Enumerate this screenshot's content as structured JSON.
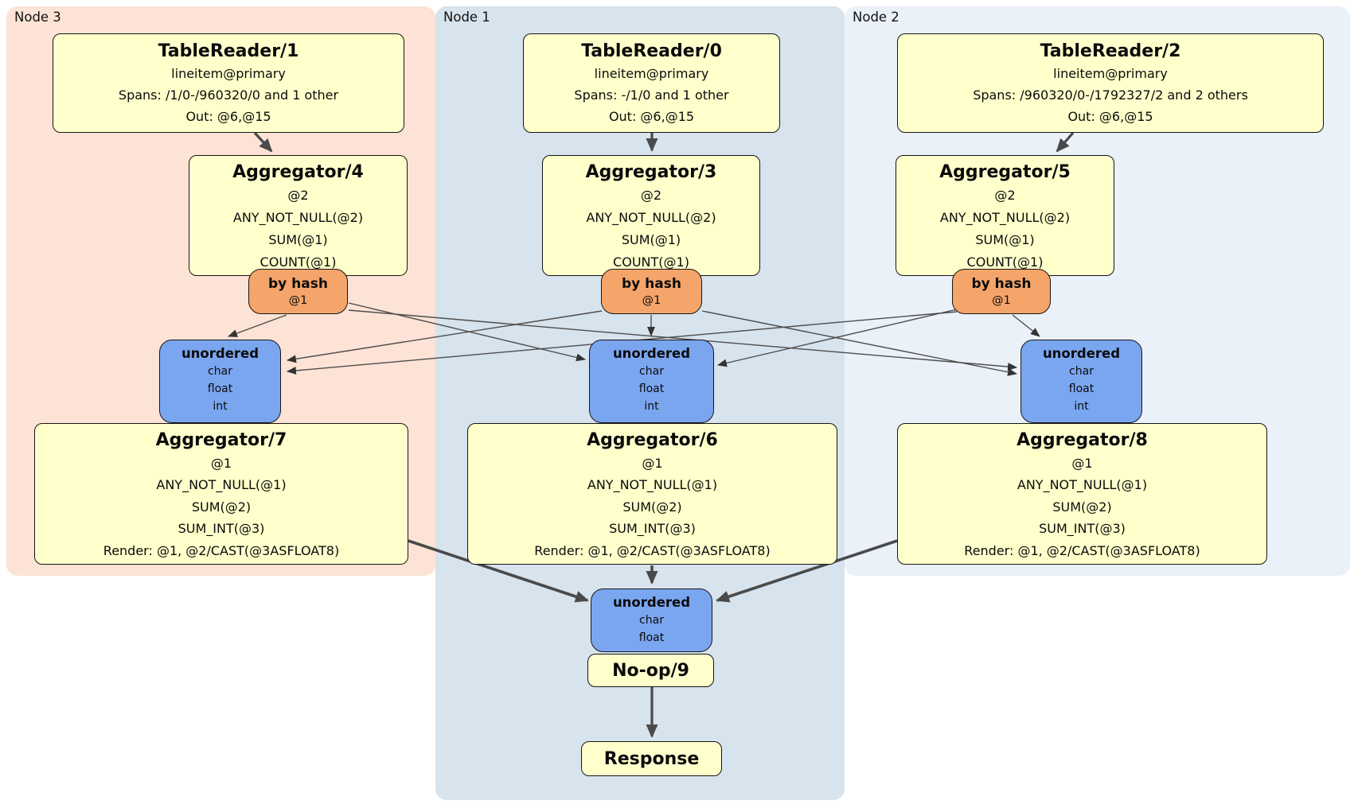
{
  "diagram": {
    "kind": "distributed-sql-plan",
    "colors": {
      "node3_bg": "#FCE3D5",
      "node1_bg": "#D7E3ED",
      "node2_bg": "#EBF1F9",
      "processor_fill": "#FFFFCC",
      "router_fill": "#F5A569",
      "sync_fill": "#7AA6F0",
      "box_border": "#161616",
      "edge": "#4A4A4A"
    }
  },
  "nodes": [
    {
      "label": "Node 3",
      "table_reader": {
        "title": "TableReader/1",
        "index": "lineitem@primary",
        "spans": "Spans: /1/0-/960320/0 and 1 other",
        "out": "Out: @6,@15"
      },
      "aggregator_top": {
        "title": "Aggregator/4",
        "group_by": "@2",
        "exprs": [
          "ANY_NOT_NULL(@2)",
          "SUM(@1)",
          "COUNT(@1)"
        ]
      },
      "router": {
        "title": "by hash",
        "key": "@1"
      },
      "sync": {
        "title": "unordered",
        "streams": [
          "char",
          "float",
          "int"
        ]
      },
      "aggregator_bottom": {
        "title": "Aggregator/7",
        "group_by": "@1",
        "exprs": [
          "ANY_NOT_NULL(@1)",
          "SUM(@2)",
          "SUM_INT(@3)"
        ],
        "render": "Render: @1, @2/CAST(@3ASFLOAT8)"
      }
    },
    {
      "label": "Node 1",
      "table_reader": {
        "title": "TableReader/0",
        "index": "lineitem@primary",
        "spans": "Spans: -/1/0 and 1 other",
        "out": "Out: @6,@15"
      },
      "aggregator_top": {
        "title": "Aggregator/3",
        "group_by": "@2",
        "exprs": [
          "ANY_NOT_NULL(@2)",
          "SUM(@1)",
          "COUNT(@1)"
        ]
      },
      "router": {
        "title": "by hash",
        "key": "@1"
      },
      "sync": {
        "title": "unordered",
        "streams": [
          "char",
          "float",
          "int"
        ]
      },
      "aggregator_bottom": {
        "title": "Aggregator/6",
        "group_by": "@1",
        "exprs": [
          "ANY_NOT_NULL(@1)",
          "SUM(@2)",
          "SUM_INT(@3)"
        ],
        "render": "Render: @1, @2/CAST(@3ASFLOAT8)"
      }
    },
    {
      "label": "Node 2",
      "table_reader": {
        "title": "TableReader/2",
        "index": "lineitem@primary",
        "spans": "Spans: /960320/0-/1792327/2 and 2 others",
        "out": "Out: @6,@15"
      },
      "aggregator_top": {
        "title": "Aggregator/5",
        "group_by": "@2",
        "exprs": [
          "ANY_NOT_NULL(@2)",
          "SUM(@1)",
          "COUNT(@1)"
        ]
      },
      "router": {
        "title": "by hash",
        "key": "@1"
      },
      "sync": {
        "title": "unordered",
        "streams": [
          "char",
          "float",
          "int"
        ]
      },
      "aggregator_bottom": {
        "title": "Aggregator/8",
        "group_by": "@1",
        "exprs": [
          "ANY_NOT_NULL(@1)",
          "SUM(@2)",
          "SUM_INT(@3)"
        ],
        "render": "Render: @1, @2/CAST(@3ASFLOAT8)"
      }
    }
  ],
  "final": {
    "sync": {
      "title": "unordered",
      "streams": [
        "char",
        "float"
      ]
    },
    "noop_label": "No-op/9",
    "response_label": "Response"
  }
}
